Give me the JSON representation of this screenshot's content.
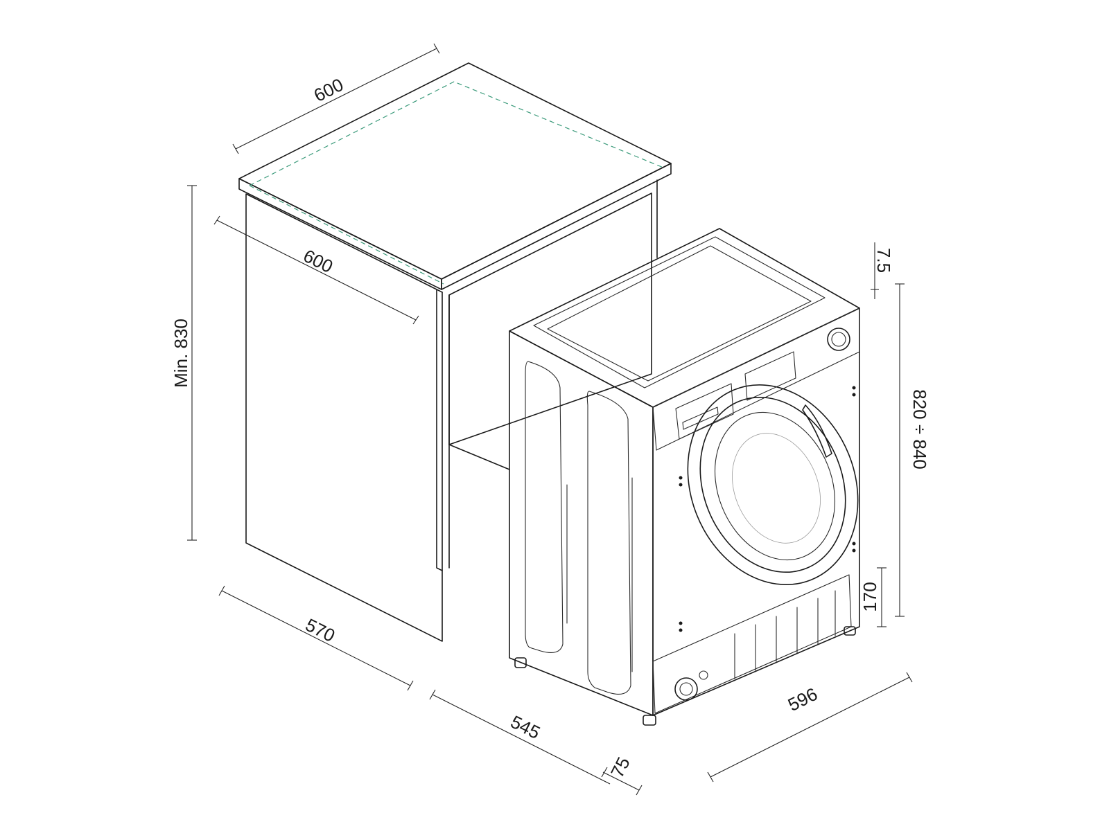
{
  "colors": {
    "line": "#1a1a1a",
    "dashed_outline": "#3a9a7a",
    "background": "#ffffff"
  },
  "dimensions": {
    "top_width": "600",
    "top_depth": "600",
    "cabinet_height": "Min. 830",
    "cabinet_depth": "570",
    "machine_depth": "545",
    "door_projection": "75",
    "machine_width": "596",
    "machine_height": "820 ÷ 840",
    "top_gap": "7.5",
    "plinth_height": "170"
  }
}
